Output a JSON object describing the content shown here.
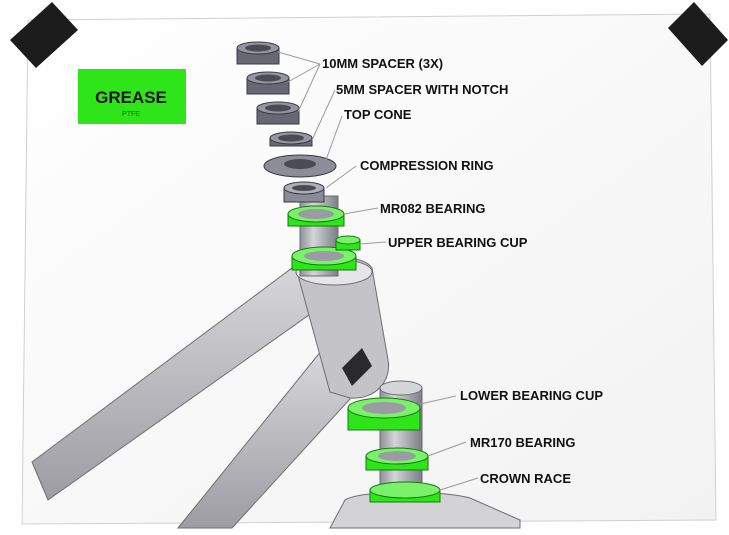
{
  "grease_badge": {
    "title": "GREASE",
    "subtitle": "PTFE",
    "color": "#2ee51a"
  },
  "labels": {
    "spacer_10mm": "10MM SPACER (3X)",
    "spacer_5mm": "5MM SPACER WITH NOTCH",
    "top_cone": "TOP CONE",
    "compression_ring": "COMPRESSION RING",
    "mr082_bearing": "MR082 BEARING",
    "upper_bearing_cup": "UPPER BEARING CUP",
    "lower_bearing_cup": "LOWER BEARING CUP",
    "mr170_bearing": "MR170 BEARING",
    "crown_race": "CROWN RACE"
  },
  "colors": {
    "greased_part": "#2ee51a",
    "metal_part": "#7a7b85",
    "frame": "#b9b9bd",
    "tape": "#1c1c1c",
    "label_text": "#111111"
  }
}
